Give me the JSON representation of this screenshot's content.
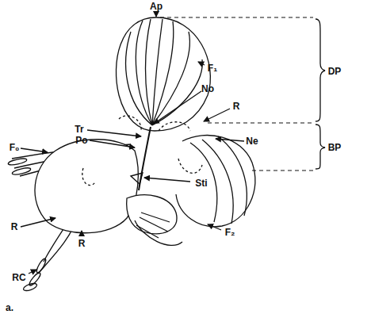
{
  "diagram": {
    "labels": [
      "Ap",
      "F₁",
      "DP",
      "No",
      "Tr",
      "R",
      "Po",
      "Ne",
      "BP",
      "Sti",
      "F₂",
      "R",
      "F₀",
      "R",
      "RC",
      "a."
    ]
  }
}
